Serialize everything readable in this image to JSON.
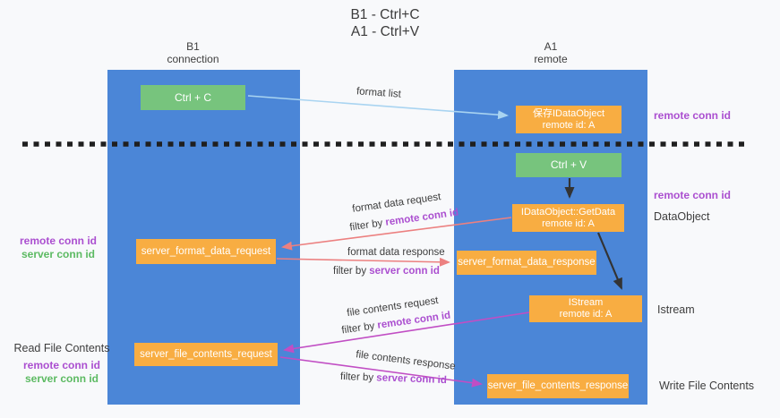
{
  "title": {
    "line1": "B1 - Ctrl+C",
    "line2": "A1 - Ctrl+V"
  },
  "lanes": {
    "left": {
      "name": "B1",
      "role": "connection"
    },
    "right": {
      "name": "A1",
      "role": "remote"
    }
  },
  "nodes": {
    "ctrl_c": {
      "label": "Ctrl + C"
    },
    "save_idataobject": {
      "line1": "保存IDataObject",
      "line2": "remote id: A"
    },
    "ctrl_v": {
      "label": "Ctrl + V"
    },
    "getdata": {
      "line1": "IDataObject::GetData",
      "line2": "remote id: A"
    },
    "server_format_data_request": {
      "label": "server_format_data_request"
    },
    "server_format_data_response": {
      "label": "server_format_data_response"
    },
    "istream": {
      "line1": "IStream",
      "line2": "remote id: A"
    },
    "server_file_contents_request": {
      "label": "server_file_contents_request"
    },
    "server_file_contents_response": {
      "label": "server_file_contents_response"
    }
  },
  "arrow_labels": {
    "format_list": "format list",
    "format_data_request": "format data request",
    "format_data_request_filter_prefix": "filter by ",
    "format_data_request_filter_key": "remote conn id",
    "format_data_response": "format data response",
    "format_data_response_filter_prefix": "filter by ",
    "format_data_response_filter_key": "server conn id",
    "file_contents_request": "file contents request",
    "file_contents_request_filter_prefix": "filter by ",
    "file_contents_request_filter_key": "remote conn id",
    "file_contents_response": "file contents response",
    "file_contents_response_filter_prefix": "filter by ",
    "file_contents_response_filter_key": "server conn id"
  },
  "margin_labels": {
    "right_top_remote_conn_id": "remote conn id",
    "right_mid_remote_conn_id": "remote conn id",
    "right_dataobject": "DataObject",
    "right_istream": "Istream",
    "right_write_file_contents": "Write File Contents",
    "left_top_remote_conn_id": "remote conn id",
    "left_top_server_conn_id": "server conn id",
    "left_read_file_contents": "Read File Contents",
    "left_bottom_remote_conn_id": "remote conn id",
    "left_bottom_server_conn_id": "server conn id"
  },
  "colors": {
    "lane_blue": "#4b86d7",
    "box_orange": "#f8ad42",
    "box_green": "#77c47d",
    "arrow_lightblue": "#a9d4f1",
    "arrow_black": "#333333",
    "arrow_salmon": "#ec8080",
    "arrow_magenta": "#c14ec4",
    "text_purple": "#ab4fd0",
    "text_green": "#5cba62",
    "text_dark": "#3d3d3d",
    "background": "#f8f9fb"
  }
}
